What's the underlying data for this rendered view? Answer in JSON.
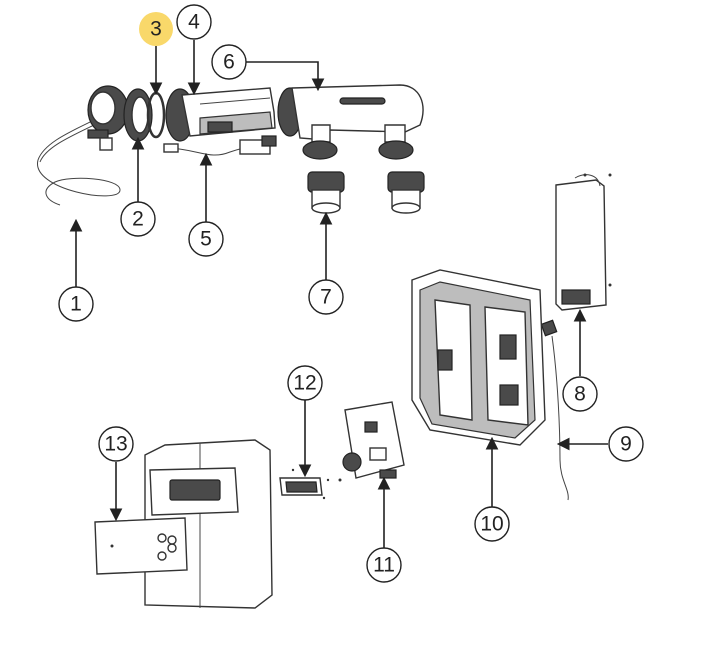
{
  "callouts": [
    {
      "id": "1",
      "label": "1"
    },
    {
      "id": "2",
      "label": "2"
    },
    {
      "id": "3",
      "label": "3",
      "highlighted": true
    },
    {
      "id": "4",
      "label": "4"
    },
    {
      "id": "5",
      "label": "5"
    },
    {
      "id": "6",
      "label": "6"
    },
    {
      "id": "7",
      "label": "7"
    },
    {
      "id": "8",
      "label": "8"
    },
    {
      "id": "9",
      "label": "9"
    },
    {
      "id": "10",
      "label": "10"
    },
    {
      "id": "11",
      "label": "11"
    },
    {
      "id": "12",
      "label": "12"
    },
    {
      "id": "13",
      "label": "13"
    }
  ],
  "colors": {
    "highlight": "#f9d86a",
    "line": "#222222",
    "part_dark": "#4a4a4a",
    "part_mid": "#bdbdbd"
  }
}
